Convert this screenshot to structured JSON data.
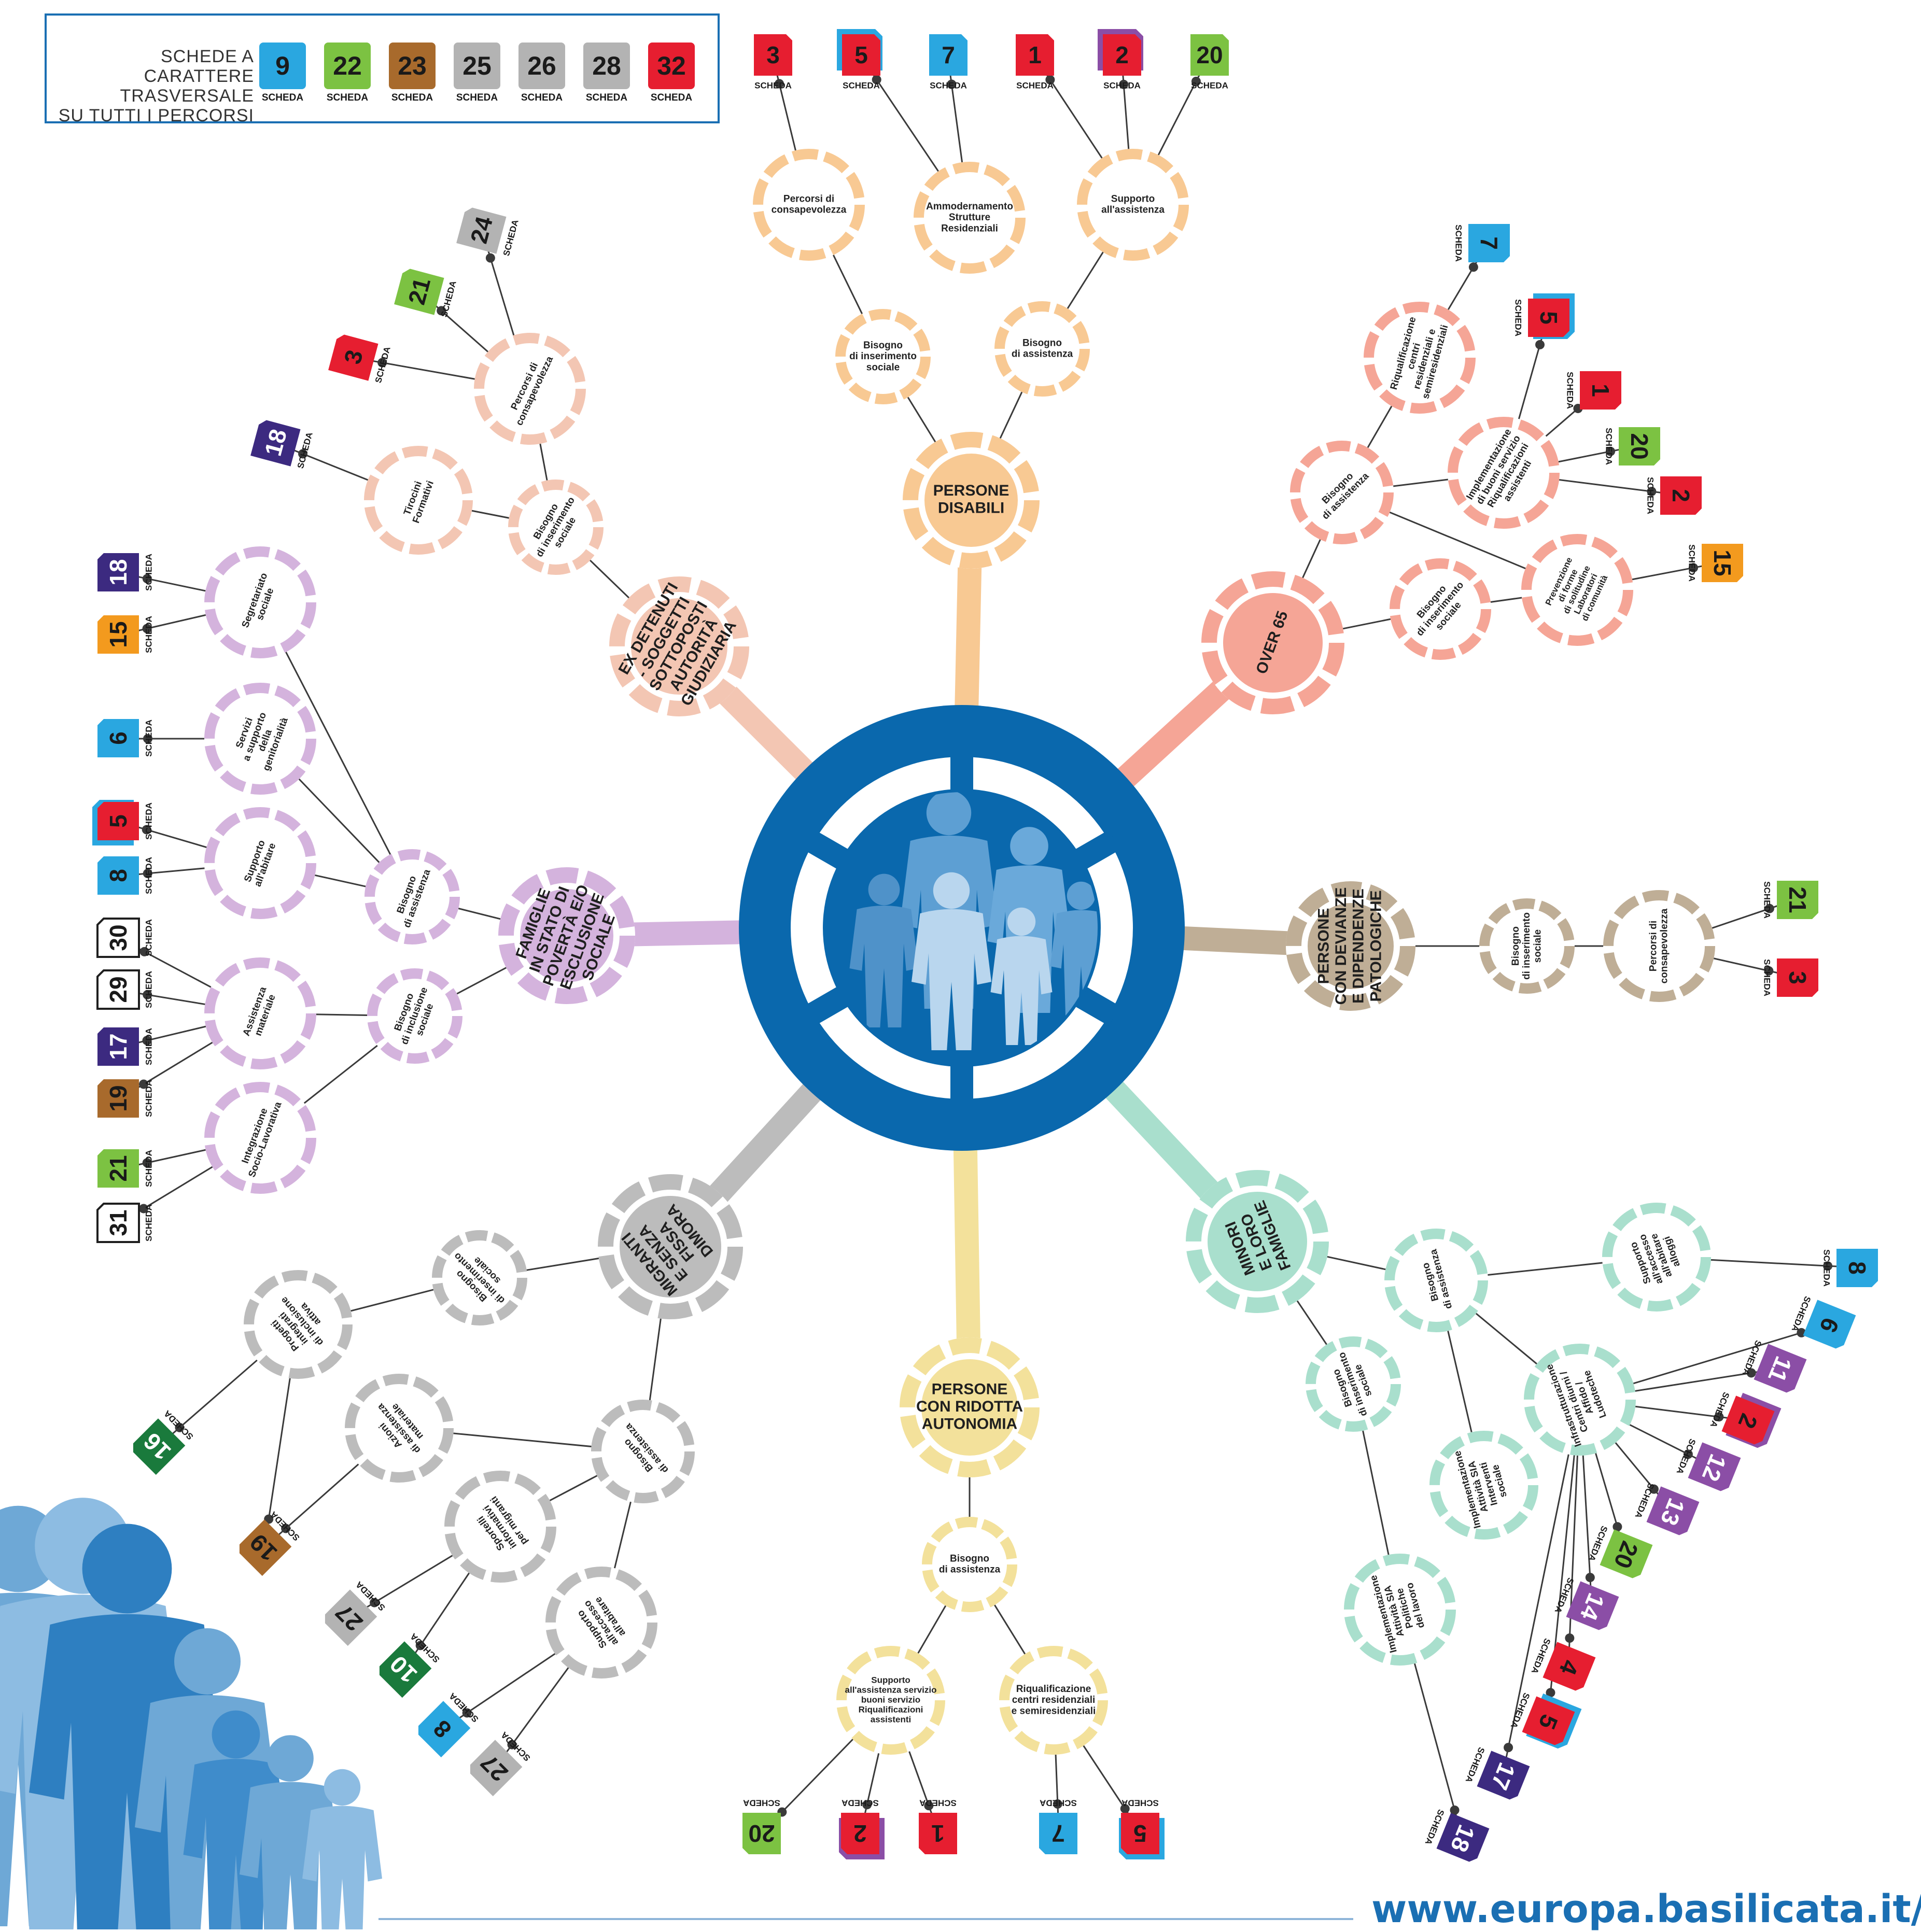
{
  "legend": {
    "title_lines": [
      "SCHEDE A CARATTERE",
      "TRASVERSALE",
      "SU TUTTI I PERCORSI"
    ],
    "items": [
      {
        "num": "9",
        "color": "#2aa7e0"
      },
      {
        "num": "22",
        "color": "#7cc242"
      },
      {
        "num": "23",
        "color": "#a86a2c"
      },
      {
        "num": "25",
        "color": "#b3b3b3"
      },
      {
        "num": "26",
        "color": "#b3b3b3"
      },
      {
        "num": "28",
        "color": "#b3b3b3"
      },
      {
        "num": "32",
        "color": "#e61e30"
      }
    ],
    "caption": "SCHEDA"
  },
  "scheda_label": "SCHEDA",
  "colors": {
    "blue": "#2aa7e0",
    "green": "#7cc242",
    "brown": "#a86a2c",
    "gray": "#b3b3b3",
    "red": "#e61e30",
    "navy": "#3c2a80",
    "orange": "#f39a1e",
    "purple": "#8b4ea6",
    "darkgreen": "#1a7a3c",
    "white": "#ffffff",
    "center": "#0a68ad"
  },
  "footer": {
    "url": "www.europa.basilicata.it/fse"
  },
  "groups": [
    {
      "id": "disabili",
      "color": "#f8c993",
      "hub": {
        "lines": [
          "PERSONE",
          "DISABILI"
        ]
      },
      "nodes": [
        {
          "id": "d1",
          "lines": [
            "Percorsi di",
            "consapevolezza"
          ]
        },
        {
          "id": "d2",
          "lines": [
            "Ammodernamento",
            "Strutture",
            "Residenziali"
          ]
        },
        {
          "id": "d3",
          "lines": [
            "Supporto",
            "all'assistenza"
          ]
        },
        {
          "id": "d4",
          "lines": [
            "Bisogno",
            "di inserimento",
            "sociale"
          ]
        },
        {
          "id": "d5",
          "lines": [
            "Bisogno",
            "di assistenza"
          ]
        }
      ],
      "badges": [
        {
          "num": "3",
          "color": "red"
        },
        {
          "num": "5",
          "color": "red",
          "shadow": "blue"
        },
        {
          "num": "7",
          "color": "blue"
        },
        {
          "num": "1",
          "color": "red"
        },
        {
          "num": "2",
          "color": "red",
          "shadow": "purple"
        },
        {
          "num": "20",
          "color": "green"
        }
      ]
    },
    {
      "id": "over65",
      "color": "#f5a596",
      "hub": {
        "lines": [
          "OVER 65"
        ]
      },
      "nodes": [
        {
          "id": "o1",
          "lines": [
            "Riqualificazione",
            "centri",
            "residenziali e",
            "semiresidenziali"
          ]
        },
        {
          "id": "o2",
          "lines": [
            "Bisogno",
            "di assistenza"
          ]
        },
        {
          "id": "o3",
          "lines": [
            "Implementazione",
            "di buoni servizio",
            "Riqualificazioni",
            "assistenti"
          ]
        },
        {
          "id": "o4",
          "lines": [
            "Bisogno",
            "di inserimento",
            "sociale"
          ]
        },
        {
          "id": "o5",
          "lines": [
            "Prevenzione",
            "di forme",
            "di solitudine",
            "Laboratori",
            "di comunità"
          ]
        }
      ],
      "badges": [
        {
          "num": "7",
          "color": "blue"
        },
        {
          "num": "5",
          "color": "red",
          "shadow": "blue"
        },
        {
          "num": "1",
          "color": "red"
        },
        {
          "num": "20",
          "color": "green"
        },
        {
          "num": "2",
          "color": "red"
        },
        {
          "num": "15",
          "color": "orange"
        }
      ]
    },
    {
      "id": "devianza",
      "color": "#bfae96",
      "hub": {
        "lines": [
          "PERSONE",
          "CON DEVIANZE",
          "E DIPENDENZE",
          "PATOLOGICHE"
        ]
      },
      "nodes": [
        {
          "id": "v1",
          "lines": [
            "Bisogno",
            "di inserimento",
            "sociale"
          ]
        },
        {
          "id": "v2",
          "lines": [
            "Percorsi di",
            "consapevolezza"
          ]
        }
      ],
      "badges": [
        {
          "num": "21",
          "color": "green"
        },
        {
          "num": "3",
          "color": "red"
        }
      ]
    },
    {
      "id": "minori",
      "color": "#a9dfcd",
      "hub": {
        "lines": [
          "MINORI",
          "E LORO",
          "FAMIGLIE"
        ]
      },
      "nodes": [
        {
          "id": "m1",
          "lines": [
            "Bisogno",
            "di assistenza"
          ]
        },
        {
          "id": "m2",
          "lines": [
            "Supporto",
            "all'accesso",
            "all'abitare",
            "alloggi"
          ]
        },
        {
          "id": "m3",
          "lines": [
            "Bisogno",
            "di inserimento",
            "sociale"
          ]
        },
        {
          "id": "m4",
          "lines": [
            "Infrastrutturazione",
            "Centri diurni /",
            "Affido /",
            "Ludoteche"
          ]
        },
        {
          "id": "m5",
          "lines": [
            "Implementazione",
            "Attività SIA",
            "Interventi",
            "sociale"
          ]
        },
        {
          "id": "m6",
          "lines": [
            "Implementazione",
            "Attività SIA",
            "Politiche",
            "del lavoro"
          ]
        }
      ],
      "badges": [
        {
          "num": "8",
          "color": "blue"
        },
        {
          "num": "6",
          "color": "blue"
        },
        {
          "num": "11",
          "color": "purple"
        },
        {
          "num": "2",
          "color": "red",
          "shadow": "purple"
        },
        {
          "num": "12",
          "color": "purple"
        },
        {
          "num": "13",
          "color": "purple"
        },
        {
          "num": "20",
          "color": "green"
        },
        {
          "num": "14",
          "color": "purple"
        },
        {
          "num": "4",
          "color": "red"
        },
        {
          "num": "5",
          "color": "red",
          "shadow": "blue"
        },
        {
          "num": "17",
          "color": "navy"
        },
        {
          "num": "18",
          "color": "navy"
        }
      ]
    },
    {
      "id": "autonomia",
      "color": "#f3e19b",
      "hub": {
        "lines": [
          "PERSONE",
          "CON RIDOTTA",
          "AUTONOMIA"
        ]
      },
      "nodes": [
        {
          "id": "a1",
          "lines": [
            "Bisogno",
            "di assistenza"
          ]
        },
        {
          "id": "a2",
          "lines": [
            "Supporto",
            "all'assistenza servizio",
            "buoni servizio",
            "Riqualificazioni",
            "assistenti"
          ]
        },
        {
          "id": "a3",
          "lines": [
            "Riqualificazione",
            "centri residenziali",
            "e semiresidenziali"
          ]
        }
      ],
      "badges": [
        {
          "num": "20",
          "color": "green"
        },
        {
          "num": "2",
          "color": "red",
          "shadow": "purple"
        },
        {
          "num": "1",
          "color": "red"
        },
        {
          "num": "7",
          "color": "blue"
        },
        {
          "num": "5",
          "color": "red",
          "shadow": "blue"
        }
      ]
    },
    {
      "id": "migranti",
      "color": "#bcbcbc",
      "hub": {
        "lines": [
          "MIGRANTI",
          "E SENZA",
          "FISSA",
          "DIMORA"
        ]
      },
      "nodes": [
        {
          "id": "g1",
          "lines": [
            "Bisogno",
            "di inserimento",
            "sociale"
          ]
        },
        {
          "id": "g2",
          "lines": [
            "Progetti",
            "integrati",
            "di inclusione",
            "attiva"
          ]
        },
        {
          "id": "g3",
          "lines": [
            "Azioni",
            "di assistenza",
            "materiale"
          ]
        },
        {
          "id": "g4",
          "lines": [
            "Bisogno",
            "di assistenza"
          ]
        },
        {
          "id": "g5",
          "lines": [
            "Sportelli",
            "informativi",
            "per migranti"
          ]
        },
        {
          "id": "g6",
          "lines": [
            "Supporto",
            "all'accesso",
            "all'abitare"
          ]
        }
      ],
      "badges": [
        {
          "num": "16",
          "color": "darkgreen"
        },
        {
          "num": "19",
          "color": "brown"
        },
        {
          "num": "27",
          "color": "gray"
        },
        {
          "num": "10",
          "color": "darkgreen"
        },
        {
          "num": "8",
          "color": "blue"
        },
        {
          "num": "27",
          "color": "gray"
        }
      ]
    },
    {
      "id": "famiglie",
      "color": "#d4b3dd",
      "hub": {
        "lines": [
          "FAMIGLIE",
          "IN STATO DI",
          "POVERTÀ E/O",
          "ESCLUSIONE",
          "SOCIALE"
        ]
      },
      "nodes": [
        {
          "id": "f1",
          "lines": [
            "Segretariato",
            "sociale"
          ]
        },
        {
          "id": "f2",
          "lines": [
            "Servizi",
            "a supporto",
            "della",
            "genitorialità"
          ]
        },
        {
          "id": "f3",
          "lines": [
            "Supporto",
            "all'abitare"
          ]
        },
        {
          "id": "f4",
          "lines": [
            "Bisogno",
            "di assistenza"
          ]
        },
        {
          "id": "f5",
          "lines": [
            "Assistenza",
            "materiale"
          ]
        },
        {
          "id": "f6",
          "lines": [
            "Bisogno",
            "di inclusione",
            "sociale"
          ]
        },
        {
          "id": "f7",
          "lines": [
            "Integrazione",
            "Socio-Lavorativa"
          ]
        }
      ],
      "badges": [
        {
          "num": "18",
          "color": "navy"
        },
        {
          "num": "15",
          "color": "orange"
        },
        {
          "num": "6",
          "color": "blue"
        },
        {
          "num": "5",
          "color": "red",
          "shadow": "blue"
        },
        {
          "num": "8",
          "color": "blue"
        },
        {
          "num": "30",
          "color": "white"
        },
        {
          "num": "29",
          "color": "white"
        },
        {
          "num": "17",
          "color": "navy"
        },
        {
          "num": "19",
          "color": "brown"
        },
        {
          "num": "21",
          "color": "green"
        },
        {
          "num": "31",
          "color": "white"
        }
      ]
    },
    {
      "id": "detenuti",
      "color": "#f3c6b3",
      "hub": {
        "lines": [
          "EX DETENUTI",
          "- SOGGETTI",
          "SOTTOPOSTI",
          "AUTORITÀ",
          "GIUDIZIARIA"
        ]
      },
      "nodes": [
        {
          "id": "e1",
          "lines": [
            "Percorsi di",
            "consapevolezza"
          ]
        },
        {
          "id": "e2",
          "lines": [
            "Tirocini",
            "Formativi"
          ]
        },
        {
          "id": "e3",
          "lines": [
            "Bisogno",
            "di inserimento",
            "sociale"
          ]
        }
      ],
      "badges": [
        {
          "num": "24",
          "color": "gray"
        },
        {
          "num": "21",
          "color": "green"
        },
        {
          "num": "3",
          "color": "red"
        },
        {
          "num": "18",
          "color": "navy"
        }
      ]
    }
  ]
}
